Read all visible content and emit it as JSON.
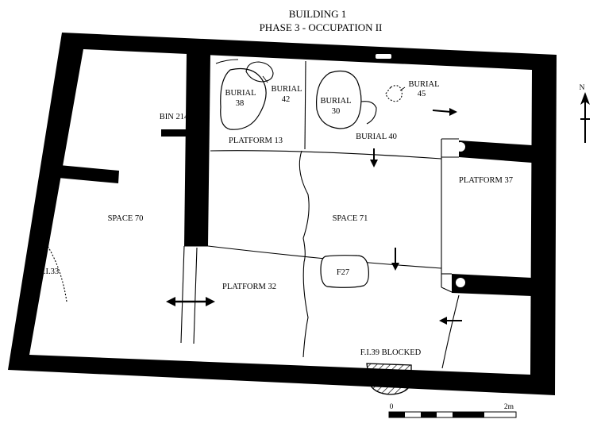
{
  "title": {
    "line1": "BUILDING 1",
    "line2": "PHASE 3 - OCCUPATION II"
  },
  "labels": {
    "space_70": "SPACE 70",
    "space_71": "SPACE 71",
    "platform_13": "PLATFORM 13",
    "platform_32": "PLATFORM 32",
    "platform_37": "PLATFORM 37",
    "bin_214": "BIN 214",
    "burial_38_a": "BURIAL",
    "burial_38_b": "38",
    "burial_42_a": "BURIAL",
    "burial_42_b": "42",
    "burial_30_a": "BURIAL",
    "burial_30_b": "30",
    "burial_40": "BURIAL 40",
    "burial_45_a": "BURIAL",
    "burial_45_b": "45",
    "f27": "F27",
    "fi33": "F.I.33",
    "fi39": "F.I.39 BLOCKED"
  },
  "north": {
    "label": "N"
  },
  "scale": {
    "start": "0",
    "end": "2m"
  }
}
